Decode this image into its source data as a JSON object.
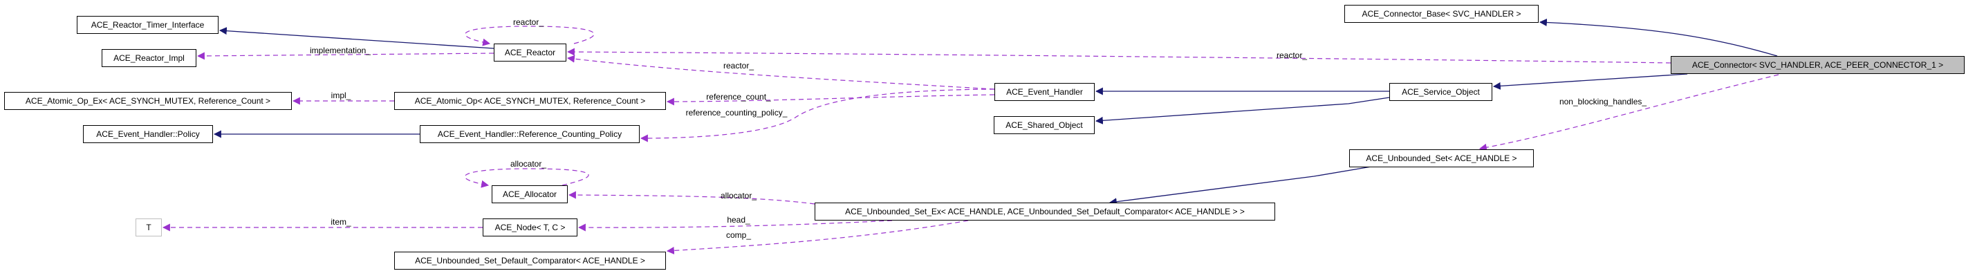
{
  "colors": {
    "inheritance": "#191970",
    "usage": "#9a32cd",
    "current_fill": "#bfbfbf"
  },
  "nodes": [
    {
      "label": "ACE_Reactor_Timer_Interface"
    },
    {
      "label": "ACE_Reactor_Impl"
    },
    {
      "label": "ACE_Reactor"
    },
    {
      "label": "ACE_Atomic_Op_Ex< ACE_SYNCH_MUTEX, Reference_Count >"
    },
    {
      "label": "ACE_Atomic_Op< ACE_SYNCH_MUTEX, Reference_Count >"
    },
    {
      "label": "ACE_Event_Handler::Policy"
    },
    {
      "label": "ACE_Event_Handler::Reference_Counting_Policy"
    },
    {
      "label": "ACE_Allocator"
    },
    {
      "label": "T"
    },
    {
      "label": "ACE_Node< T, C >"
    },
    {
      "label": "ACE_Unbounded_Set_Default_Comparator< ACE_HANDLE >"
    },
    {
      "label": "ACE_Event_Handler"
    },
    {
      "label": "ACE_Shared_Object"
    },
    {
      "label": "ACE_Unbounded_Set_Ex< ACE_HANDLE, ACE_Unbounded_Set_Default_Comparator< ACE_HANDLE > >"
    },
    {
      "label": "ACE_Connector_Base< SVC_HANDLER >"
    },
    {
      "label": "ACE_Connector< SVC_HANDLER, ACE_PEER_CONNECTOR_1 >"
    },
    {
      "label": "ACE_Service_Object"
    },
    {
      "label": "ACE_Unbounded_Set< ACE_HANDLE >"
    }
  ],
  "edge_labels": [
    "reactor_",
    "implementation_",
    "impl_",
    "reactor_",
    "reference_count_",
    "reference_counting_policy_",
    "reactor_",
    "non_blocking_handles_",
    "allocator_",
    "allocator_",
    "item_",
    "head_",
    "comp_"
  ]
}
